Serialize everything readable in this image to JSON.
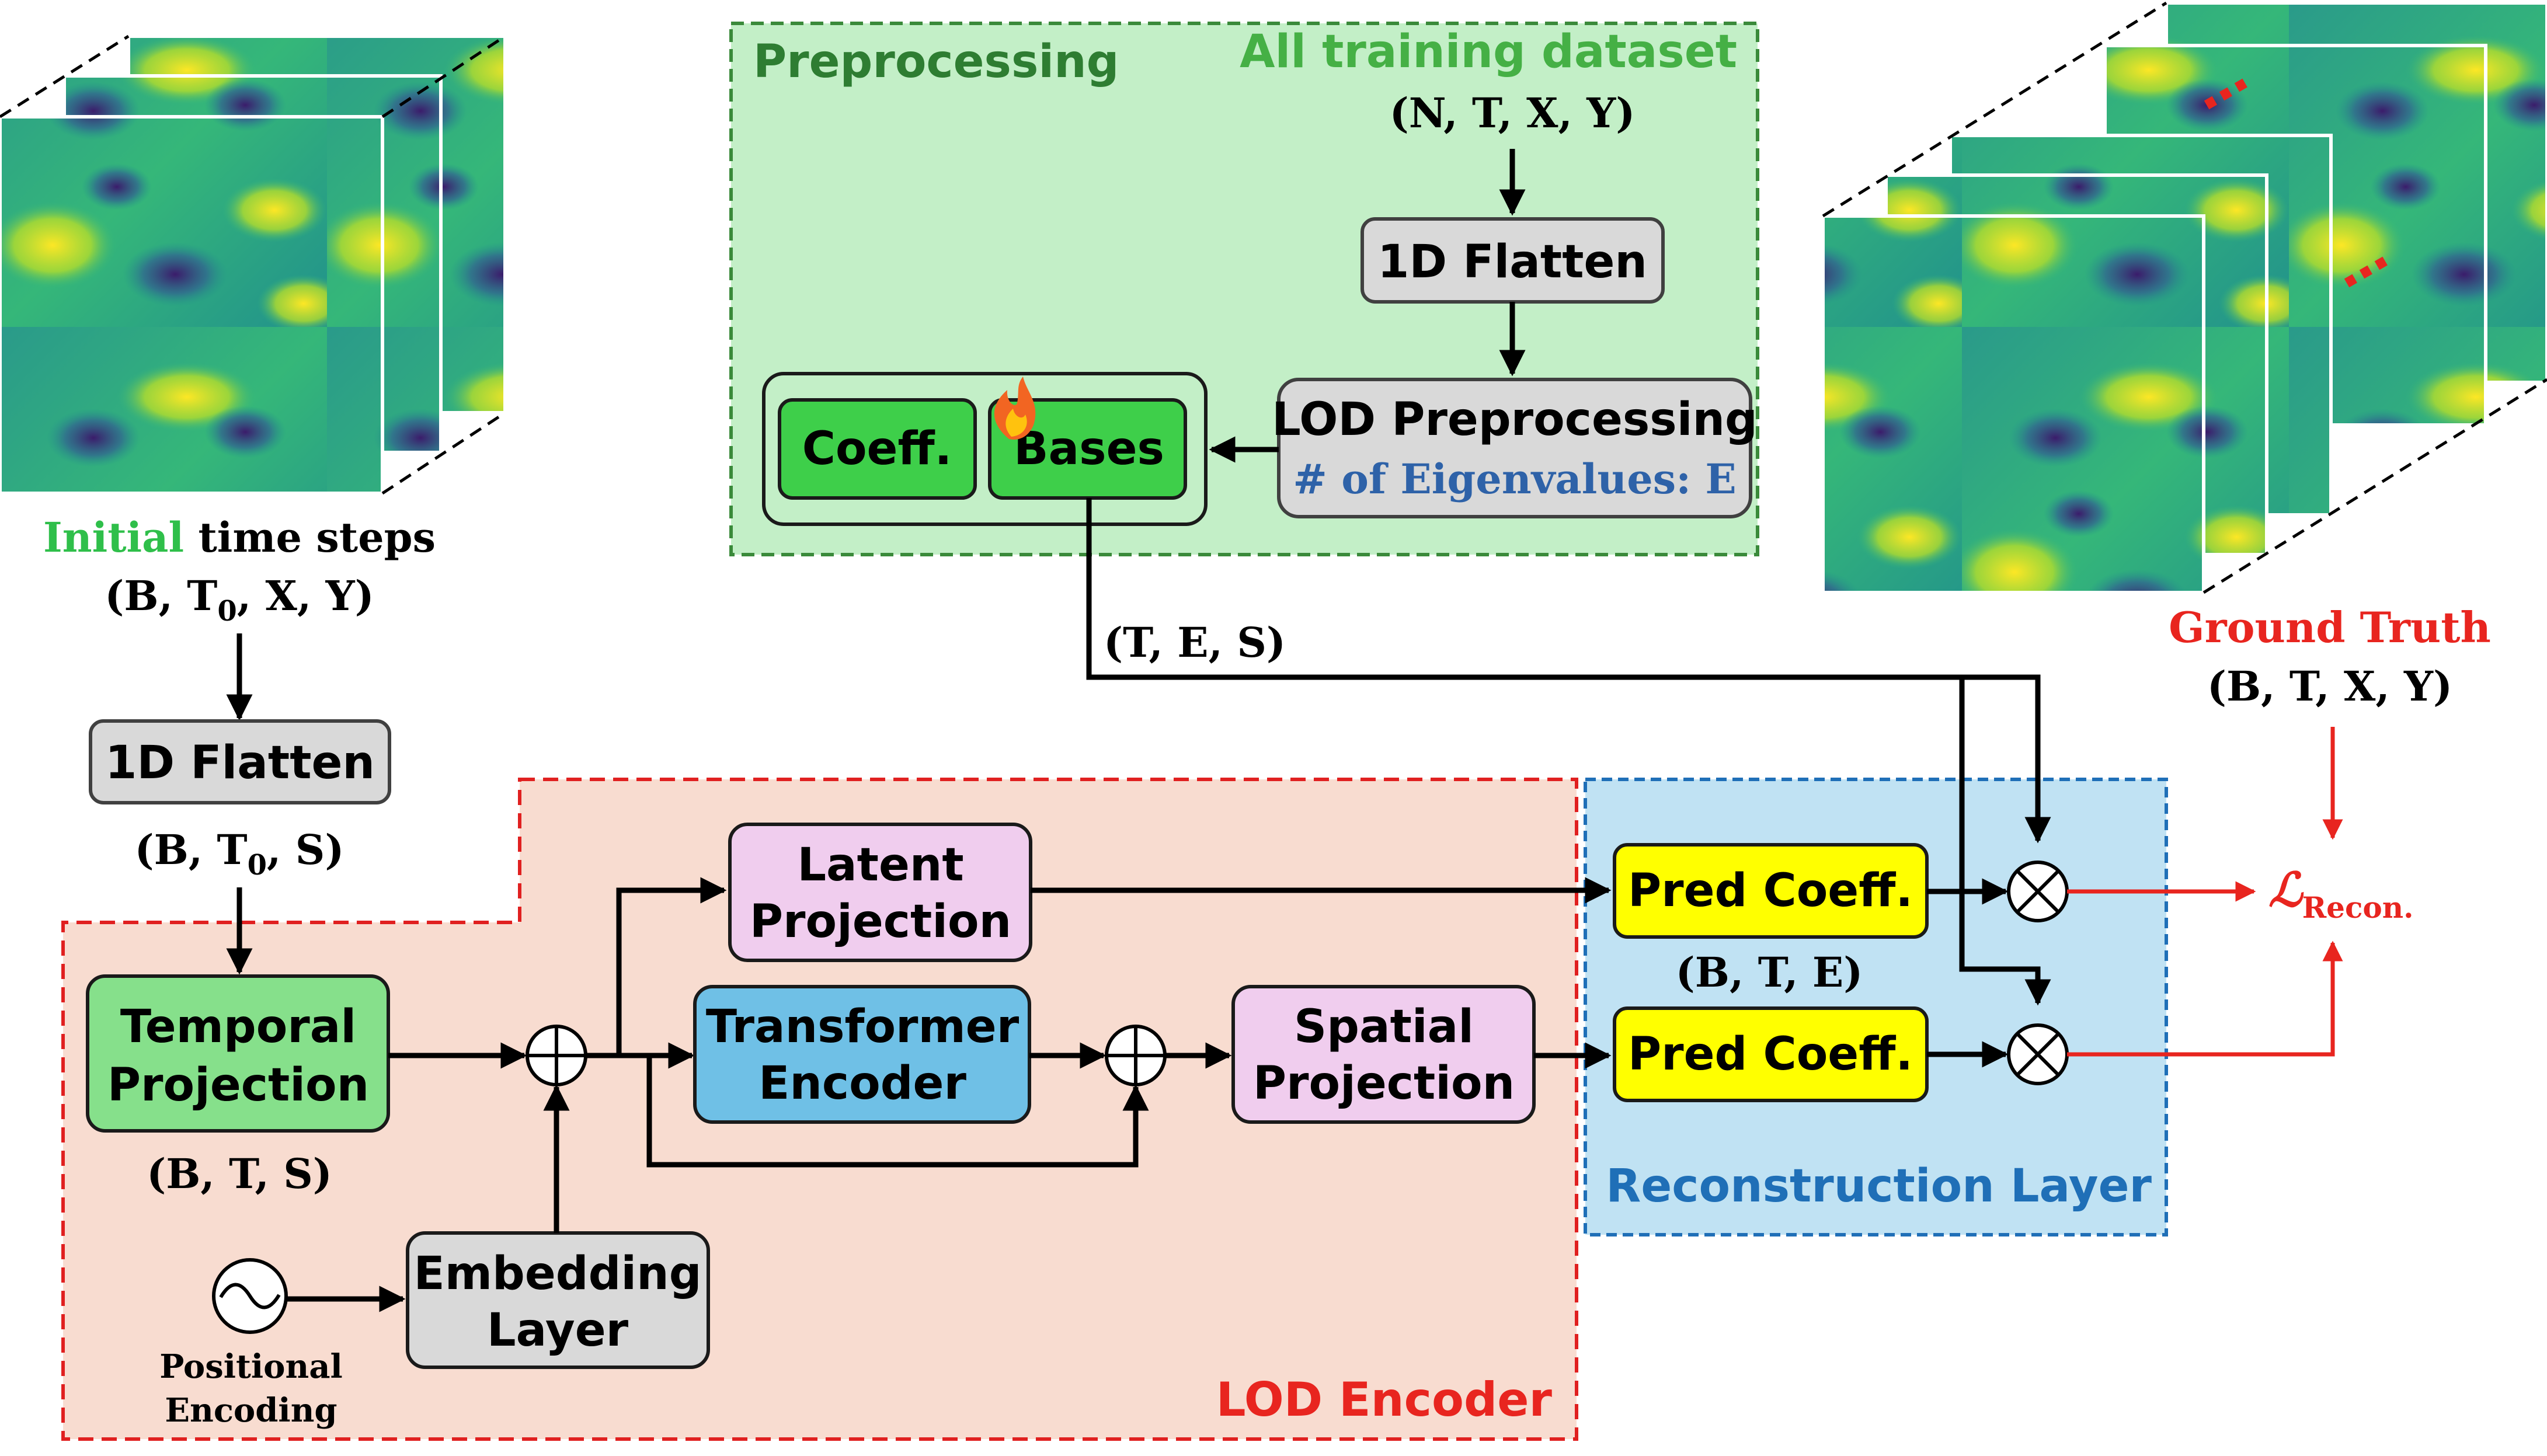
{
  "colors": {
    "preprocessing_fill": "#c3efc7",
    "preprocessing_border": "#3a8a3a",
    "encoder_fill": "#f8dcd0",
    "encoder_border": "#e02020",
    "recon_fill": "#c0e2f3",
    "recon_border": "#1f6fb7",
    "green_box": "#3ecf4a",
    "light_green_box": "#86e08b",
    "gray_box": "#d9d9d9",
    "pink_box": "#f0cdee",
    "blue_box": "#6fc0e6",
    "yellow_box": "#ffff00",
    "title_green": "#2e7d32",
    "accent_green": "#45b045",
    "accent_red": "#e8251f",
    "accent_blue": "#2e62a8"
  },
  "preprocessing": {
    "title": "Preprocessing",
    "dataset_label": "All training dataset",
    "dataset_shape": "(N, T, X, Y)",
    "flatten_label": "1D Flatten",
    "lod_title": "LOD Preprocessing",
    "lod_subtitle": "# of Eigenvalues: E",
    "coeff_label": "Coeff.",
    "bases_label": "Bases",
    "bases_shape": "(T, E, S)",
    "fire_icon": "fire-icon"
  },
  "input": {
    "caption_highlight": "Initial",
    "caption_rest": " time steps",
    "shape_prefix": "(B, T",
    "shape_sub": "0",
    "shape_suffix": ", X, Y)",
    "flatten_label": "1D Flatten",
    "flat_prefix": "(B, T",
    "flat_sub": "0",
    "flat_suffix": ", S)"
  },
  "encoder": {
    "title": "LOD Encoder",
    "temporal_line1": "Temporal",
    "temporal_line2": "Projection",
    "temporal_shape": "(B, T, S)",
    "latent_line1": "Latent",
    "latent_line2": "Projection",
    "transformer_line1": "Transformer",
    "transformer_line2": "Encoder",
    "spatial_line1": "Spatial",
    "spatial_line2": "Projection",
    "embedding_line1": "Embedding",
    "embedding_line2": "Layer",
    "pos_line1": "Positional",
    "pos_line2": "Encoding"
  },
  "recon": {
    "title": "Reconstruction Layer",
    "pred1": "Pred Coeff.",
    "pred1_shape": "(B, T, E)",
    "pred2": "Pred Coeff."
  },
  "ground_truth": {
    "title": "Ground Truth",
    "shape": "(B, T, X, Y)",
    "dots": "⋯"
  },
  "loss": {
    "symbol": "ℒ",
    "subscript": "Recon."
  }
}
